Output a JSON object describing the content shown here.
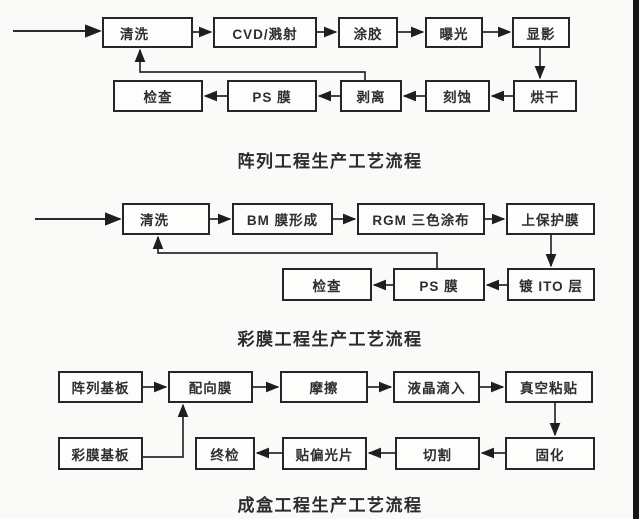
{
  "canvas": {
    "background": "#fafaf9",
    "line_color": "#2b2b2b",
    "box_border_color": "#262626",
    "text_color": "#2e2e2e",
    "edge_bar_color": "#161616"
  },
  "fc1": {
    "caption": "阵列工程生产工艺流程",
    "nodes": {
      "qingxi": "清洗",
      "cvd": "CVD/溅射",
      "tujiao": "涂胶",
      "baoguang": "曝光",
      "xianying": "显影",
      "jiancha": "检查",
      "ps": "PS 膜",
      "boli": "剥离",
      "keshi": "刻蚀",
      "honggan": "烘干"
    }
  },
  "fc2": {
    "caption": "彩膜工程生产工艺流程",
    "nodes": {
      "qingxi": "清洗",
      "bm": "BM 膜形成",
      "rgm": "RGM 三色涂布",
      "baohumo": "上保护膜",
      "jiancha": "检查",
      "ps": "PS 膜",
      "ito": "镀 ITO 层"
    }
  },
  "fc3": {
    "caption": "成盒工程生产工艺流程",
    "nodes": {
      "zhenlie_jiban": "阵列基板",
      "peixiangmo": "配向膜",
      "moca": "摩擦",
      "yejing_diru": "液晶滴入",
      "zhenkong_zhantie": "真空粘贴",
      "caimo_jiban": "彩膜基板",
      "zhongjian": "终检",
      "tie_pianguangpian": "贴偏光片",
      "qiege": "切割",
      "guhua": "固化"
    }
  }
}
